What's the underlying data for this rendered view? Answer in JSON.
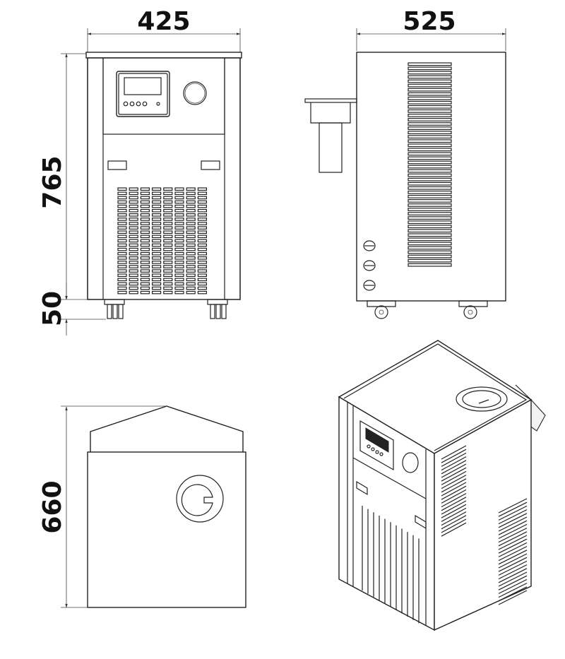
{
  "dimensions": {
    "front_width": "425",
    "side_depth": "525",
    "body_height": "765",
    "caster_height": "50",
    "top_depth": "660"
  },
  "colors": {
    "line": "#222222",
    "background": "#ffffff"
  }
}
